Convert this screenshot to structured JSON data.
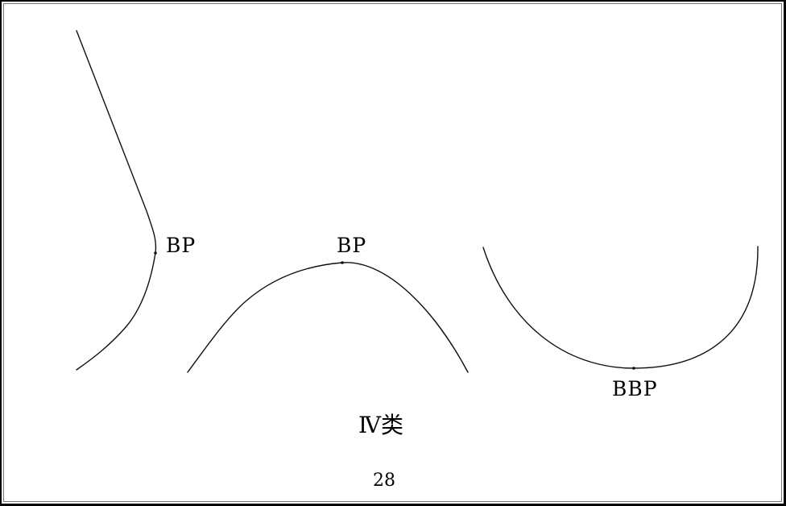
{
  "figure": {
    "curves": [
      {
        "name": "left-curve",
        "label": "BP"
      },
      {
        "name": "middle-curve",
        "label": "BP"
      },
      {
        "name": "right-curve",
        "label": "BBP"
      }
    ],
    "caption": "Ⅳ类",
    "page_number": "28"
  }
}
